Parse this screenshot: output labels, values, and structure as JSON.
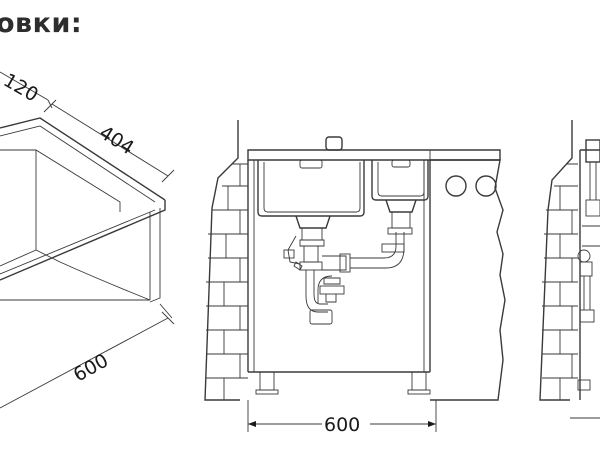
{
  "title": "овки:",
  "dimensions": {
    "corner_depth": "120",
    "bowl_width": "404",
    "sink_width": "600",
    "cabinet_width": "600"
  }
}
